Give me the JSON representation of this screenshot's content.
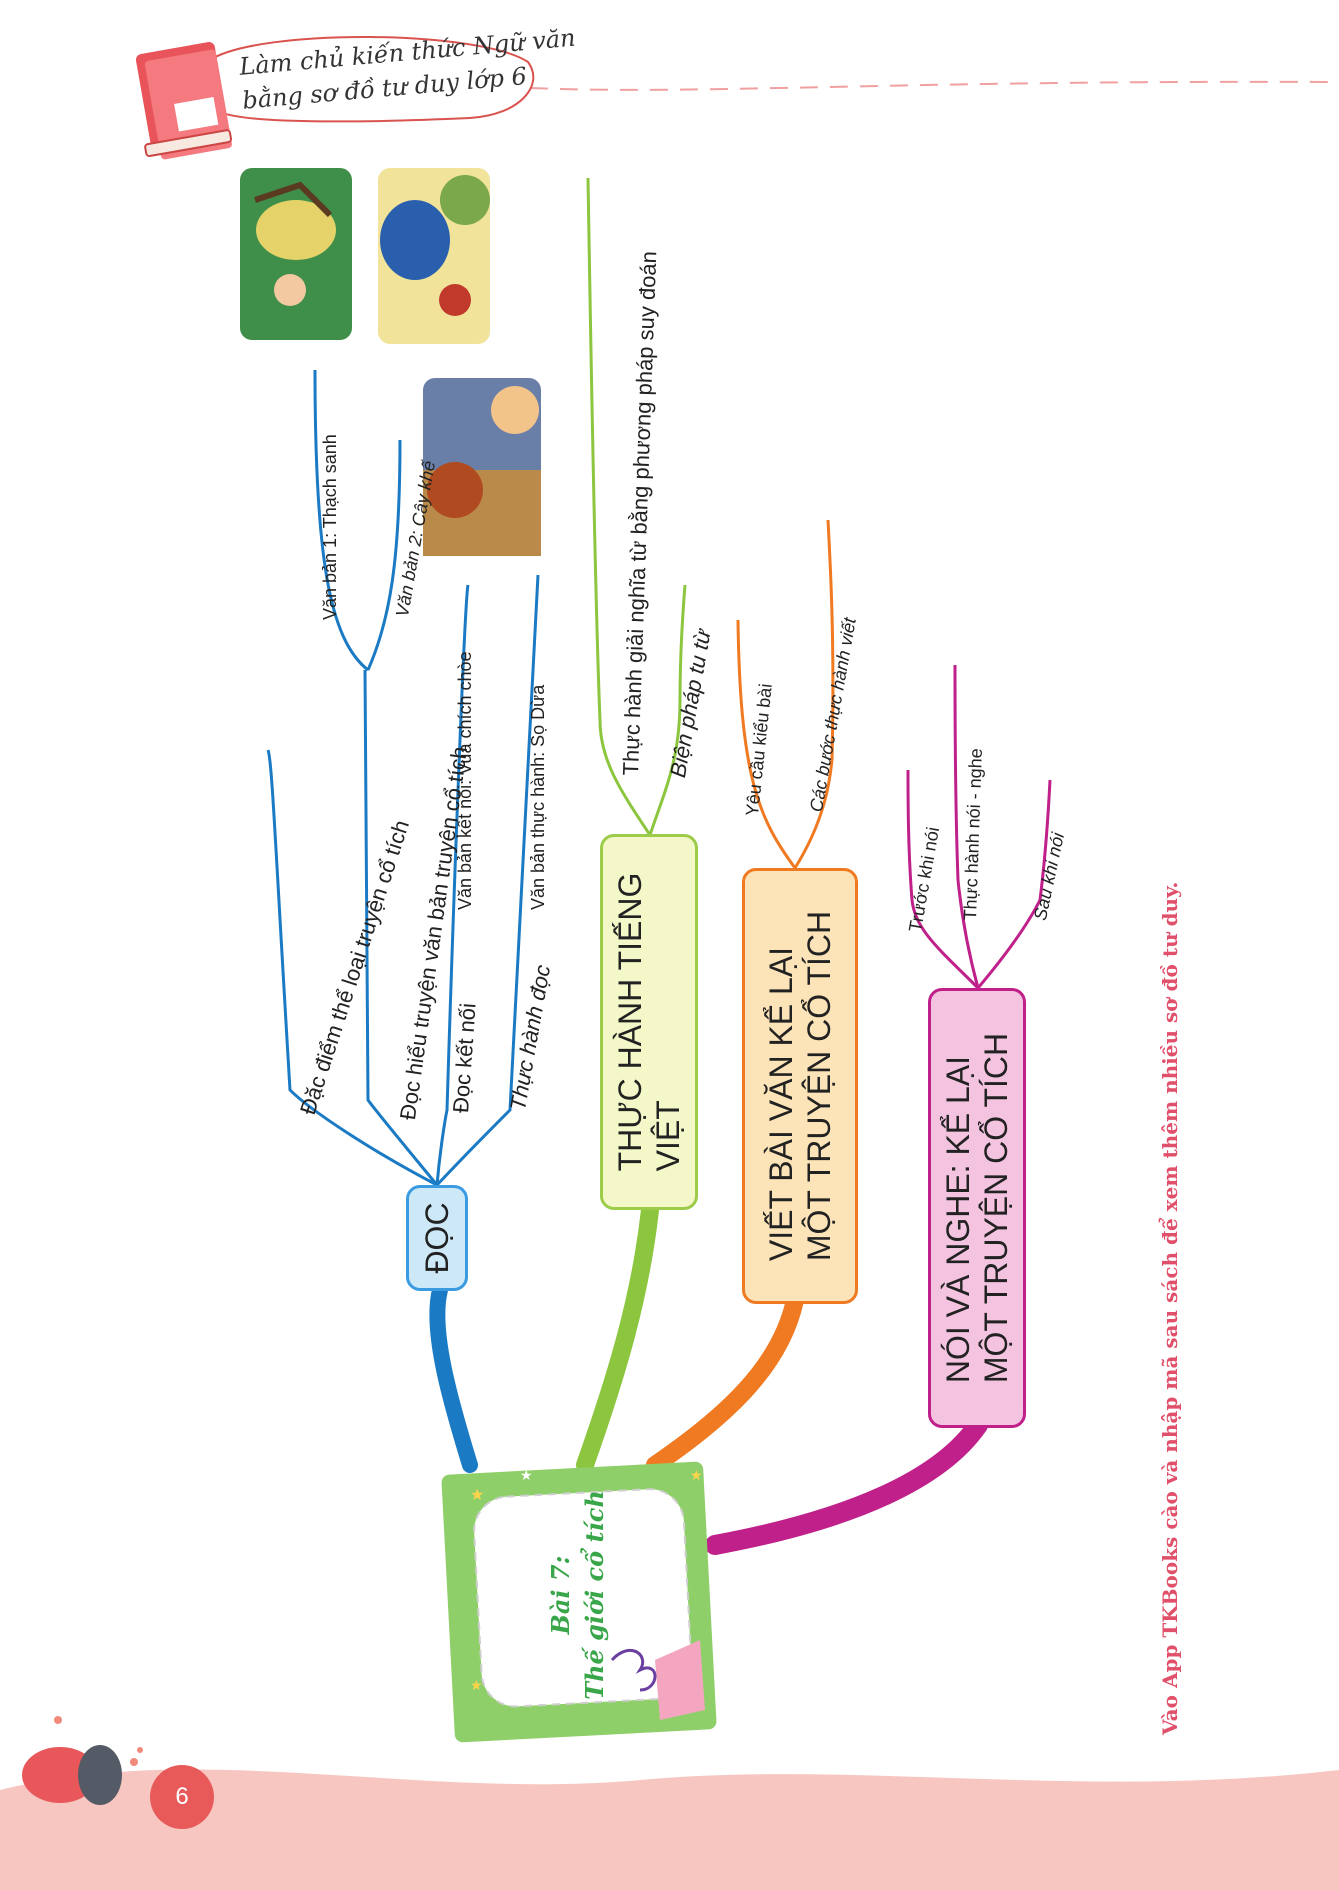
{
  "header": {
    "line1": "Làm chủ kiến thức Ngữ văn",
    "line2": "bằng sơ đồ tư duy lớp 6"
  },
  "center": {
    "line1": "Bài 7:",
    "line2": "Thế giới cổ tích"
  },
  "branches": {
    "doc": {
      "label": "ĐỌC",
      "color": "#1a7ac4",
      "children": [
        "Đặc điểm thể loại truyện cổ tích",
        "Đọc hiểu truyện văn bản truyện cổ tích",
        "Đọc kết nối",
        "Thực hành đọc"
      ],
      "sub": {
        "doc_hieu": [
          "Văn bản 1: Thạch sanh",
          "Văn bản 2: Cây khế"
        ],
        "ket_noi": "Văn bản kết nối: Vua chích chòe",
        "thuc_hanh": "Văn bản thực hành: Sọ Dừa"
      }
    },
    "tieng_viet": {
      "line1": "THỰC HÀNH TIẾNG",
      "line2": "VIỆT",
      "color": "#8cc63f",
      "children": [
        "Thực hành giải nghĩa từ bằng phương pháp suy đoán",
        "Biện pháp tu từ"
      ]
    },
    "viet": {
      "line1": "VIẾT BÀI VĂN KỂ LẠI",
      "line2": "MỘT TRUYỆN CỔ TÍCH",
      "color": "#f07a22",
      "children": [
        "Yêu cầu kiểu bài",
        "Các bước thực hành viết"
      ]
    },
    "noi_nghe": {
      "line1": "NÓI VÀ NGHE: KỂ LẠI",
      "line2": "MỘT TRUYỆN CỔ TÍCH",
      "color": "#c0208a",
      "children": [
        "Trước khi nói",
        "Thực hành nói - nghe",
        "Sau khi nói"
      ]
    }
  },
  "footer": {
    "page_number": "6",
    "note": "Vào App TKBooks cào và nhập mã sau sách để xem thêm nhiều sơ đồ tư duy."
  },
  "images": [
    "thach-sanh-illustration",
    "cay-khe-illustration",
    "so-dua-illustration"
  ]
}
